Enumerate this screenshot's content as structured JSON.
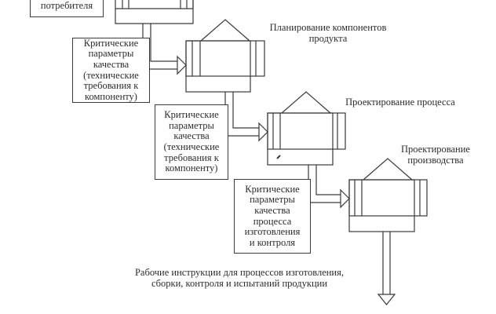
{
  "diagram": {
    "title_partial": "потребителя",
    "stages": [
      {
        "id": "stage-1",
        "label": ""
      },
      {
        "id": "stage-2",
        "label": "Планирование компонентов\nпродукта"
      },
      {
        "id": "stage-3",
        "label": "Проектирование процесса"
      },
      {
        "id": "stage-4",
        "label": "Проектирование\nпроизводства"
      }
    ],
    "inputs": [
      {
        "lines": [
          "Критические",
          "параметры",
          "качества",
          "(технические",
          "требования к",
          "компоненту)"
        ]
      },
      {
        "lines": [
          "Критические",
          "параметры",
          "качества",
          "(технические",
          "требования к",
          "компоненту)"
        ]
      },
      {
        "lines": [
          "Критические",
          "параметры",
          "качества",
          "процесса",
          "изготовления",
          "и контроля"
        ]
      }
    ],
    "output": {
      "lines": [
        "Рабочие инструкции для процессов изготовления,",
        "сборки, контроля и испытаний продукции"
      ]
    }
  }
}
